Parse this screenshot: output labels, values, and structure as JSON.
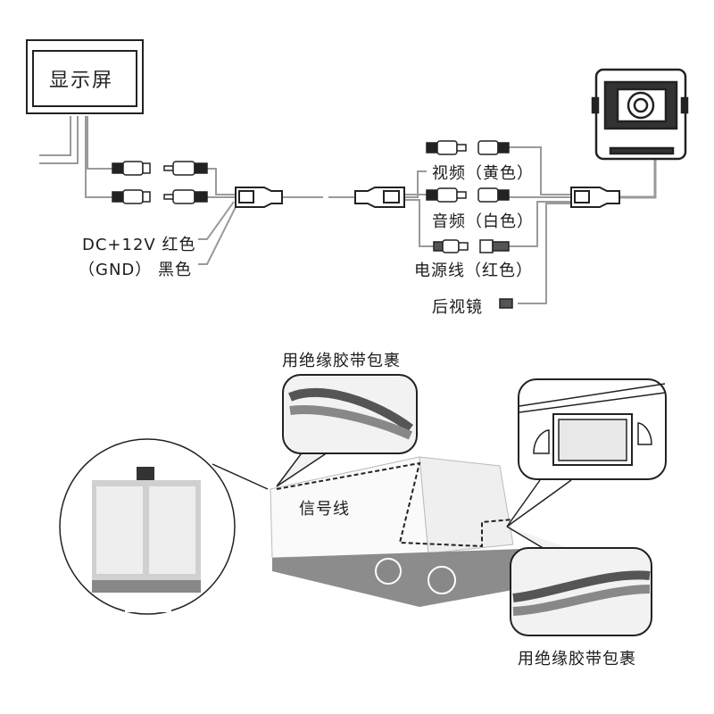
{
  "display": {
    "label": "显示屏"
  },
  "power": {
    "dc_label": "DC+12V 红色",
    "gnd_label": "（GND） 黑色"
  },
  "camera_side": {
    "video_label": "视频（黄色）",
    "audio_label": "音频（白色）",
    "power_label": "电源线（红色）",
    "mirror_label": "后视镜"
  },
  "installation": {
    "tape_label_top": "用绝缘胶带包裹",
    "tape_label_bottom": "用绝缘胶带包裹",
    "signal_label": "信号线"
  },
  "colors": {
    "line": "#9a9a9a",
    "ink": "#1e1e1e",
    "truck": "#8c8c8c",
    "door": "#cfcfcf"
  }
}
